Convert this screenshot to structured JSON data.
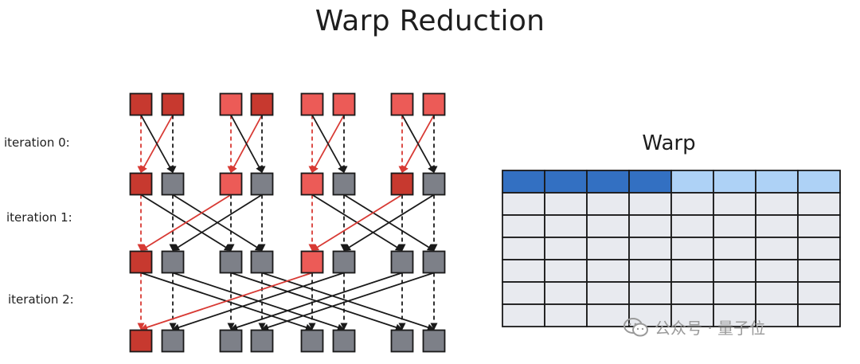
{
  "title": "Warp Reduction",
  "iteration_labels": [
    "iteration 0:",
    "iteration 1:",
    "iteration 2:"
  ],
  "warp_title": "Warp",
  "watermark": "公众号 · 量子位",
  "icon": "wechat-icon",
  "colors": {
    "red_dark": "#c7392f",
    "red_light": "#ec5b57",
    "gray": "#7d8088",
    "arrow_red": "#d83a34",
    "arrow_black": "#1a1a1a",
    "warp_dark_blue": "#3370c2",
    "warp_light_blue": "#aed2f6",
    "warp_cell": "#e8eaef"
  },
  "rows": [
    [
      "red_dark",
      "red_dark",
      "red_light",
      "red_dark",
      "red_light",
      "red_light",
      "red_light",
      "red_light"
    ],
    [
      "red_dark",
      "gray",
      "red_light",
      "gray",
      "red_light",
      "gray",
      "red_dark",
      "gray"
    ],
    [
      "red_dark",
      "gray",
      "gray",
      "gray",
      "red_light",
      "gray",
      "gray",
      "gray"
    ],
    [
      "red_dark",
      "gray",
      "gray",
      "gray",
      "gray",
      "gray",
      "gray",
      "gray"
    ]
  ],
  "warp_grid": {
    "columns": 8,
    "rows": 7,
    "header_row": [
      "dark",
      "dark",
      "dark",
      "dark",
      "light",
      "light",
      "light",
      "light"
    ]
  }
}
